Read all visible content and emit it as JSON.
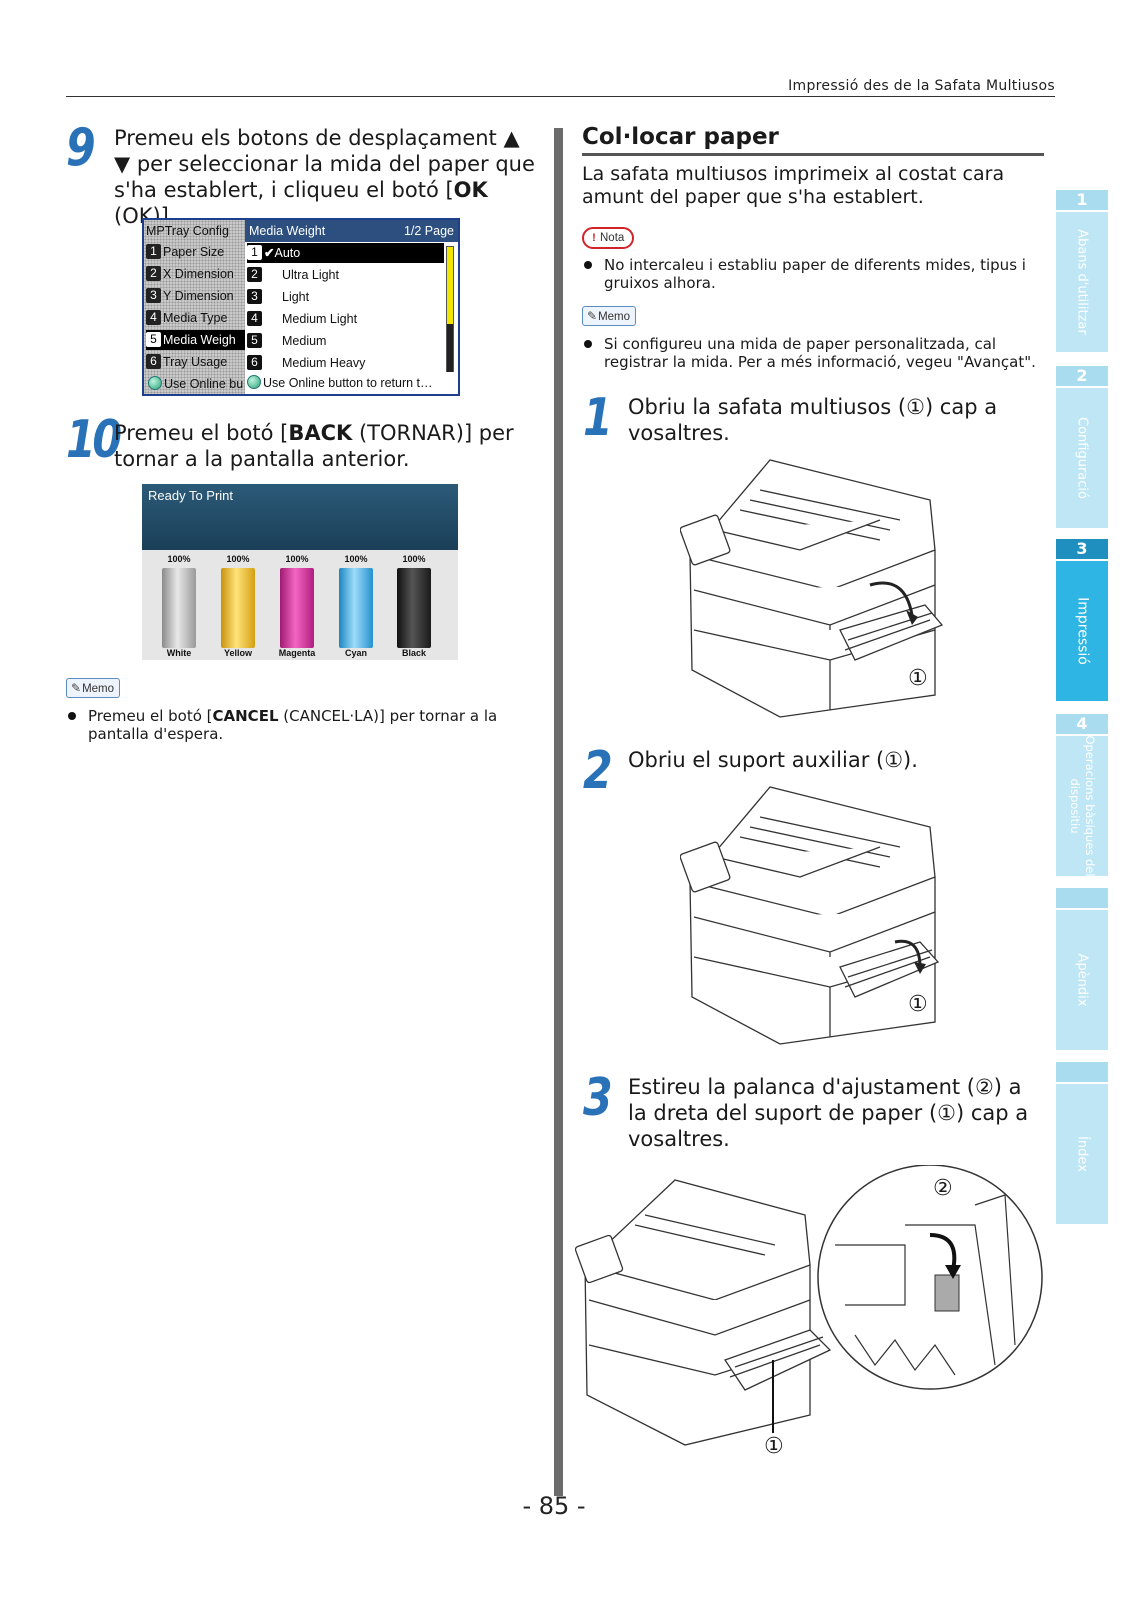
{
  "header": {
    "running_title": "Impressió des de la Safata Multiusos"
  },
  "step9": {
    "number": "9",
    "line1": "Premeu els botons de desplaçament ▲",
    "line2": "▼ per seleccionar la mida del paper que",
    "line3_pre": "s'ha establert, i cliqueu el botó [",
    "line3_bold": "OK",
    "line3_post": " (OK)]."
  },
  "lcd_menu": {
    "left_title": "MPTray Config",
    "left_items": [
      {
        "num": "1",
        "label": "Paper Size"
      },
      {
        "num": "2",
        "label": "X Dimension"
      },
      {
        "num": "3",
        "label": "Y Dimension"
      },
      {
        "num": "4",
        "label": "Media Type"
      },
      {
        "num": "5",
        "label": "Media Weigh"
      },
      {
        "num": "6",
        "label": "Tray Usage"
      }
    ],
    "left_footer": "Use Online bu",
    "right_title": "Media Weight",
    "page": "1/2 Page",
    "right_items": [
      {
        "num": "1",
        "label": "Auto"
      },
      {
        "num": "2",
        "label": "Ultra Light"
      },
      {
        "num": "3",
        "label": "Light"
      },
      {
        "num": "4",
        "label": "Medium Light"
      },
      {
        "num": "5",
        "label": "Medium"
      },
      {
        "num": "6",
        "label": "Medium Heavy"
      }
    ],
    "right_footer": "Use Online button to return t…"
  },
  "step10": {
    "number": "10",
    "line1_pre": "Premeu el botó [",
    "line1_bold": "BACK",
    "line1_post": " (TORNAR)] per",
    "line2": "tornar a la pantalla anterior."
  },
  "lcd_ready": {
    "status": "Ready To Print",
    "toners": [
      {
        "label": "White",
        "level": "100%",
        "color": "#b9b9b9"
      },
      {
        "label": "Yellow",
        "level": "100%",
        "color": "#f0c21d"
      },
      {
        "label": "Magenta",
        "level": "100%",
        "color": "#d72c9a"
      },
      {
        "label": "Cyan",
        "level": "100%",
        "color": "#3eb3e8"
      },
      {
        "label": "Black",
        "level": "100%",
        "color": "#222222"
      }
    ]
  },
  "left_memo": {
    "badge": "Memo",
    "pre": "Premeu el botó [",
    "bold": "CANCEL",
    "post": " (CANCEL·LA)] per tornar a la",
    "line2": "pantalla d'espera."
  },
  "section": {
    "title": "Col·locar paper",
    "intro_line1": "La safata multiusos imprimeix al costat cara",
    "intro_line2": "amunt del paper que s'ha establert."
  },
  "nota": {
    "badge": "Nota",
    "line1": "No intercaleu i establiu paper de diferents mides, tipus i",
    "line2": "gruixos alhora."
  },
  "right_memo": {
    "badge": "Memo",
    "line1": "Si configureu una mida de paper personalitzada, cal",
    "line2": "registrar la mida. Per a més informació, vegeu \"Avançat\"."
  },
  "steps_right": [
    {
      "number": "1",
      "line1": "Obriu la safata multiusos (①) cap a",
      "line2": "vosaltres."
    },
    {
      "number": "2",
      "line1": "Obriu el suport auxiliar (①)."
    },
    {
      "number": "3",
      "line1": "Estireu la palanca d'ajustament (②) a",
      "line2": "la dreta del suport de paper (①) cap a",
      "line3": "vosaltres."
    }
  ],
  "callouts": {
    "one": "①",
    "two": "②"
  },
  "page_number": "- 85 -",
  "side_tabs": [
    {
      "num": "1",
      "label": "Abans d'utilitzar",
      "color": "#bfe6f5"
    },
    {
      "num": "2",
      "label": "Configuració",
      "color": "#bfe6f5"
    },
    {
      "num": "3",
      "label": "Impressió",
      "color": "#2fb5e4",
      "active": true
    },
    {
      "num": "4",
      "label_line1": "Operacions bàsiques del",
      "label_line2": "dispositiu",
      "color": "#bfe6f5"
    },
    {
      "num": "",
      "label": "Apèndix",
      "color": "#bfe6f5"
    },
    {
      "num": "",
      "label": "Índex",
      "color": "#bfe6f5"
    }
  ]
}
